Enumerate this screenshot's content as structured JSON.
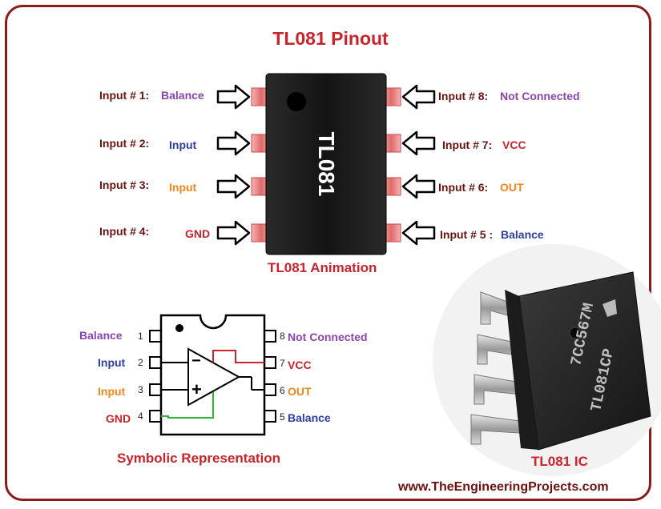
{
  "title": "TL081 Pinout",
  "chip_label": "TL081",
  "animation_caption": "TL081 Animation",
  "left_pins": [
    {
      "name": "Input # 1:",
      "fn": "Balance"
    },
    {
      "name": "Input # 2:",
      "fn": "Input"
    },
    {
      "name": "Input # 3:",
      "fn": "Input"
    },
    {
      "name": "Input # 4:",
      "fn": "GND"
    }
  ],
  "right_pins": [
    {
      "name": "Input # 8:",
      "fn": "Not Connected"
    },
    {
      "name": "Input # 7:",
      "fn": "VCC"
    },
    {
      "name": "Input # 6:",
      "fn": "OUT"
    },
    {
      "name": "Input # 5 :",
      "fn": "Balance"
    }
  ],
  "symbolic": {
    "caption": "Symbolic Representation",
    "left": [
      {
        "num": "1",
        "label": "Balance"
      },
      {
        "num": "2",
        "label": "Input"
      },
      {
        "num": "3",
        "label": "Input"
      },
      {
        "num": "4",
        "label": "GND"
      }
    ],
    "right": [
      {
        "num": "8",
        "label": "Not Connected"
      },
      {
        "num": "7",
        "label": "VCC"
      },
      {
        "num": "6",
        "label": "OUT"
      },
      {
        "num": "5",
        "label": "Balance"
      }
    ],
    "minus": "−",
    "plus": "+"
  },
  "photo": {
    "caption": "TL081 IC",
    "marking_line1": "7CC567M",
    "marking_line2": "TL081CP"
  },
  "website": "www.TheEngineeringProjects.com"
}
